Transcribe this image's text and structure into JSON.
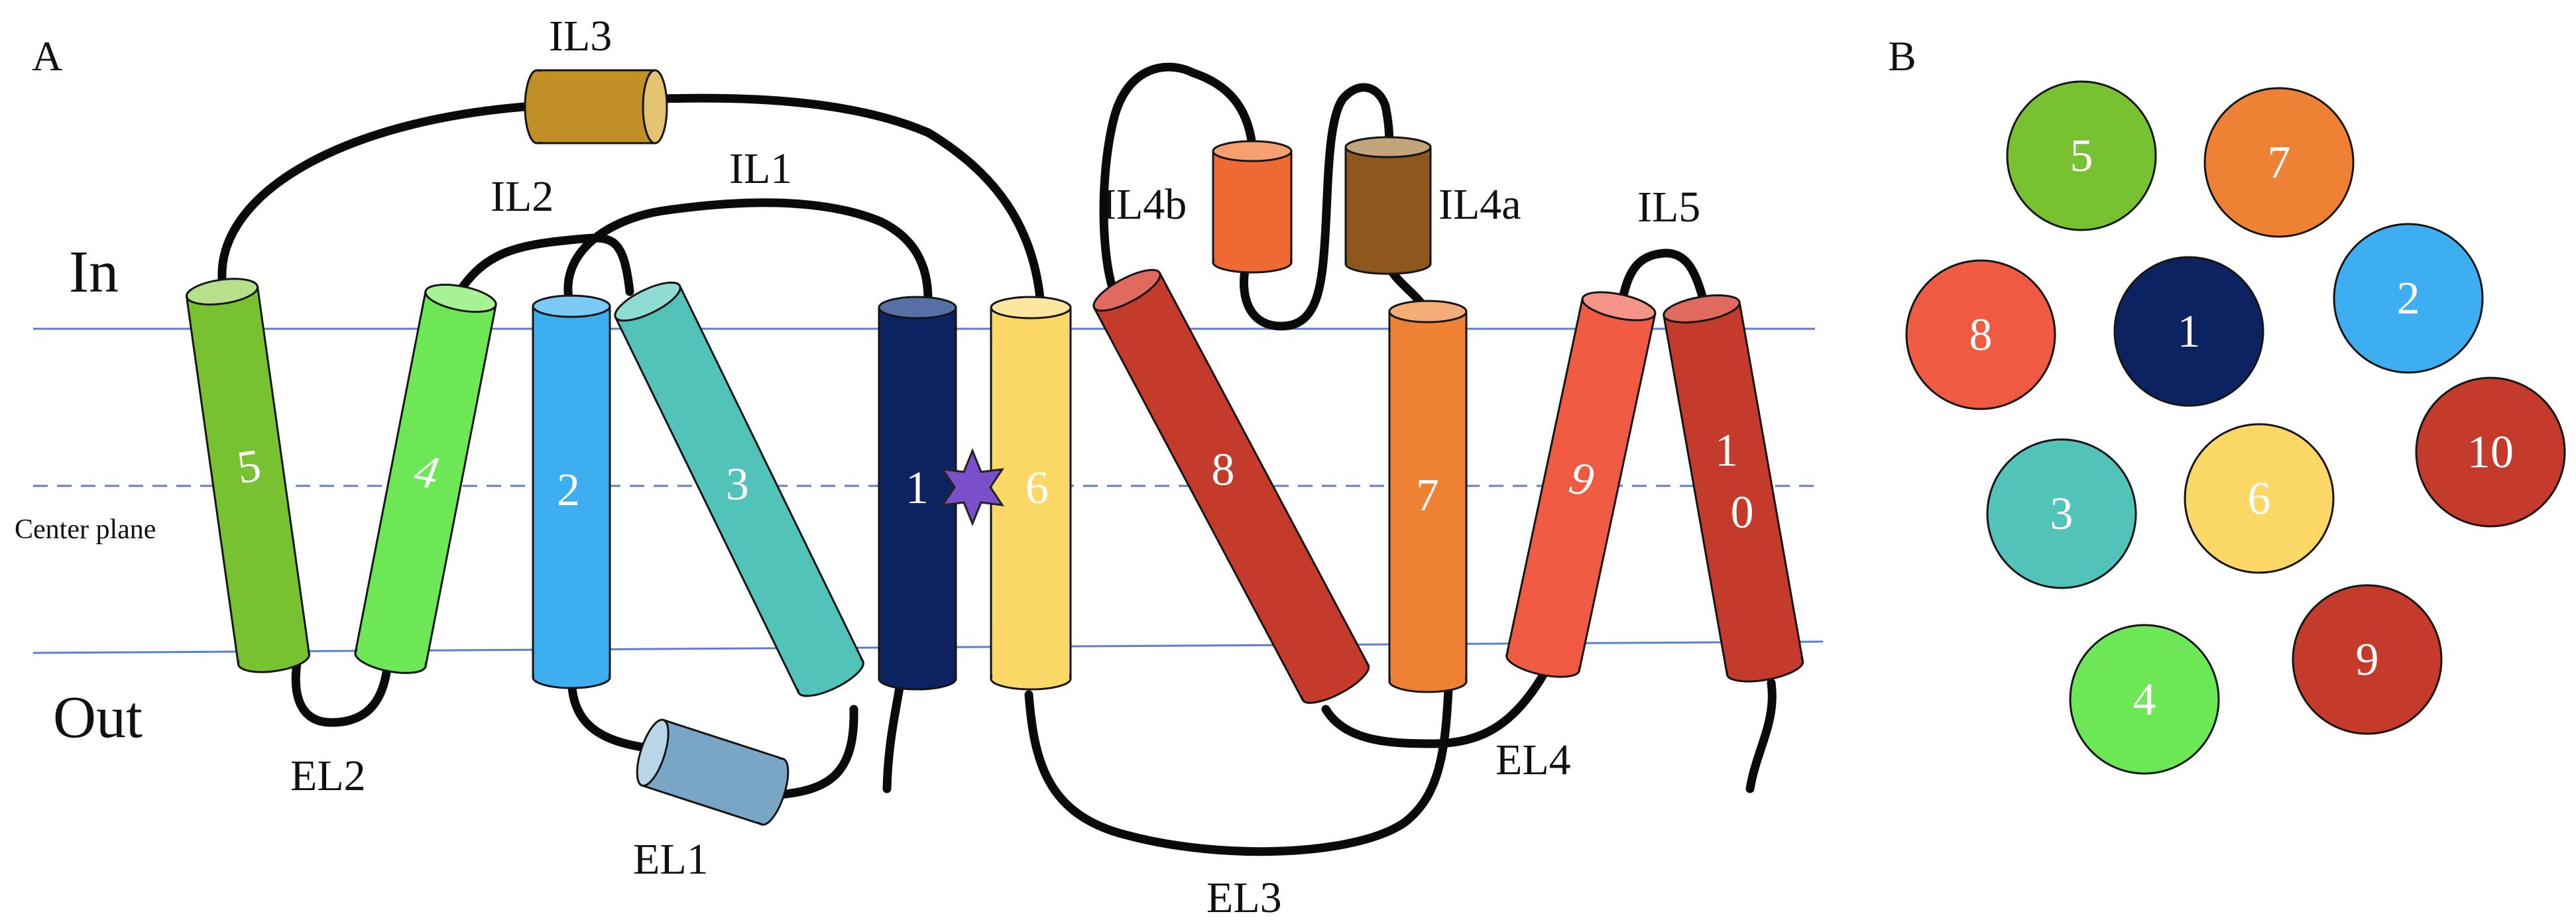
{
  "panels": {
    "a_label": "A",
    "b_label": "B"
  },
  "membrane": {
    "in_label": "In",
    "out_label": "Out",
    "center_label": "Center plane",
    "line_color": "#5b7fd0"
  },
  "helices": [
    {
      "id": "h1",
      "label": "1",
      "color": "#0d2260"
    },
    {
      "id": "h2",
      "label": "2",
      "color": "#3daef0"
    },
    {
      "id": "h3",
      "label": "3",
      "color": "#52c3b9"
    },
    {
      "id": "h4",
      "label": "4",
      "color": "#6ce857"
    },
    {
      "id": "h5",
      "label": "5",
      "color": "#78c232"
    },
    {
      "id": "h6",
      "label": "6",
      "color": "#fbd866"
    },
    {
      "id": "h7",
      "label": "7",
      "color": "#ef8134"
    },
    {
      "id": "h8",
      "label": "8",
      "color": "#c43a2b"
    },
    {
      "id": "h9",
      "label": "9",
      "color": "#ef5a42"
    },
    {
      "id": "h10",
      "label_top": "1",
      "label_bottom": "0",
      "color": "#c43a2b"
    }
  ],
  "loops": {
    "il1": "IL1",
    "il2": "IL2",
    "il3": "IL3",
    "il4a": "IL4a",
    "il4b": "IL4b",
    "il5": "IL5",
    "el1": "EL1",
    "el2": "EL2",
    "el3": "EL3",
    "el4": "EL4"
  },
  "short_helices": [
    {
      "id": "il3",
      "color": "#c08f25"
    },
    {
      "id": "il4b",
      "color": "#ef6a32"
    },
    {
      "id": "il4a",
      "color": "#8e571e"
    },
    {
      "id": "el1",
      "color": "#7aa6c6"
    }
  ],
  "ligand": {
    "color": "#7a4fc9"
  },
  "top_view": [
    {
      "id": "5",
      "label": "5",
      "color": "#78c232"
    },
    {
      "id": "7",
      "label": "7",
      "color": "#ef8134"
    },
    {
      "id": "8",
      "label": "8",
      "color": "#ef5a42"
    },
    {
      "id": "1",
      "label": "1",
      "color": "#0d2260"
    },
    {
      "id": "2",
      "label": "2",
      "color": "#3daef0"
    },
    {
      "id": "10",
      "label": "10",
      "color": "#c43a2b"
    },
    {
      "id": "3",
      "label": "3",
      "color": "#52c3b9"
    },
    {
      "id": "6",
      "label": "6",
      "color": "#fbd866"
    },
    {
      "id": "9",
      "label": "9",
      "color": "#c43a2b"
    },
    {
      "id": "4",
      "label": "4",
      "color": "#6ce857"
    }
  ]
}
